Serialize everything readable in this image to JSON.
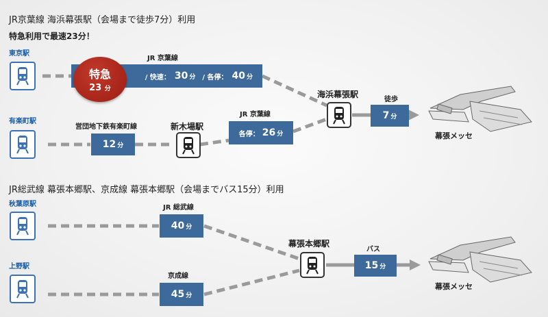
{
  "section1": {
    "heading": "JR京葉線 海浜幕張駅（会場まで徒歩7分）利用",
    "subheading": "特急利用で最速23分！",
    "tokyo": {
      "label": "東京駅"
    },
    "yurakucho": {
      "label": "有楽町駅"
    },
    "express_badge": {
      "line1": "特急",
      "num": "23",
      "unit": "分"
    },
    "keiyo_top": {
      "line_label": "JR 京葉線",
      "rapid_label": "/ 快速：",
      "rapid_num": "30",
      "rapid_unit": "分",
      "local_label": "/ 各停：",
      "local_num": "40",
      "local_unit": "分"
    },
    "subway": {
      "line_label": "営団地下鉄有楽町線",
      "num": "12",
      "unit": "分"
    },
    "shinkiba": {
      "label": "新木場駅"
    },
    "keiyo_bottom": {
      "line_label": "JR 京葉線",
      "text": "各停：",
      "num": "26",
      "unit": "分"
    },
    "hub": {
      "label": "海浜幕張駅"
    },
    "walk": {
      "label": "徒歩",
      "num": "7",
      "unit": "分"
    },
    "destination": {
      "label": "幕張メッセ"
    }
  },
  "section2": {
    "heading": "JR総武線 幕張本郷駅、京成線 幕張本郷駅（会場までバス15分）利用",
    "akihabara": {
      "label": "秋葉原駅"
    },
    "ueno": {
      "label": "上野駅"
    },
    "sobu": {
      "line_label": "JR 総武線",
      "num": "40",
      "unit": "分"
    },
    "keisei": {
      "line_label": "京成線",
      "num": "45",
      "unit": "分"
    },
    "hub": {
      "label": "幕張本郷駅"
    },
    "bus": {
      "label": "バス",
      "num": "15",
      "unit": "分"
    },
    "destination": {
      "label": "幕張メッセ"
    }
  },
  "colors": {
    "route_box": "#3d6a9b",
    "station_border": "#3c72b4",
    "express": "#a8231a",
    "dash": "#9a9a9a"
  }
}
